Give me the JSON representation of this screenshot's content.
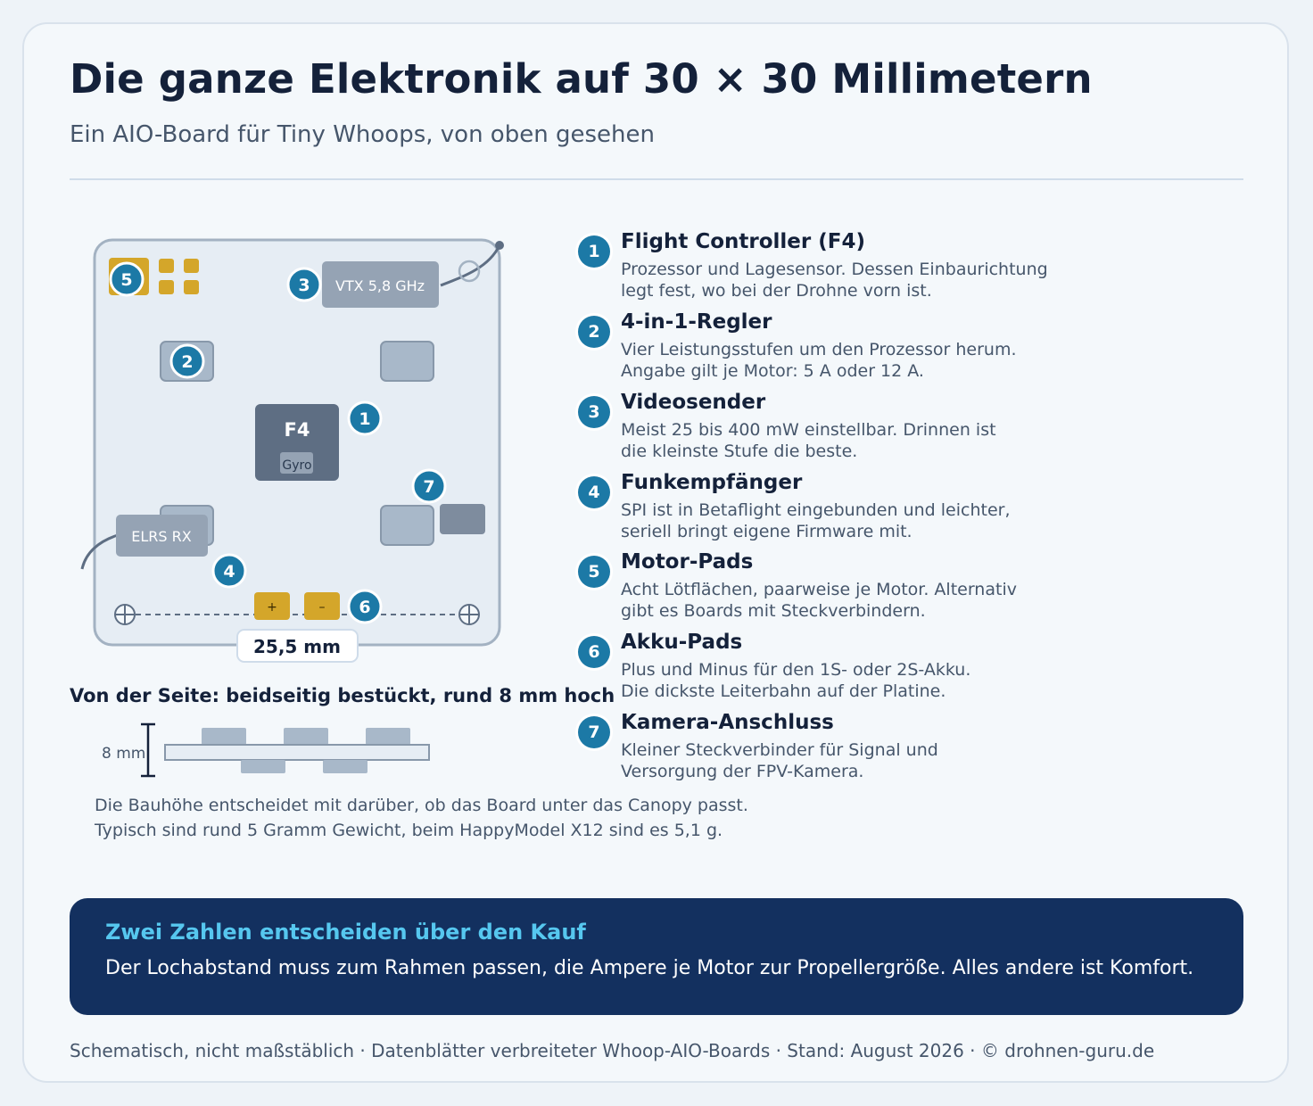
{
  "header": {
    "title": "Die ganze Elektronik auf 30 × 30 Millimetern",
    "subtitle": "Ein AIO-Board für Tiny Whoops, von oben gesehen"
  },
  "board": {
    "labels": {
      "vtx": "VTX 5,8 GHz",
      "fc": "F4",
      "gyro": "Gyro",
      "elrs": "ELRS RX",
      "plus": "+",
      "minus": "–",
      "dimension": "25,5 mm"
    },
    "markers": [
      "1",
      "2",
      "3",
      "4",
      "5",
      "6",
      "7"
    ]
  },
  "side_view": {
    "title": "Von der Seite: beidseitig bestückt, rund 8 mm hoch",
    "height_label": "8 mm",
    "note_line1": "Die Bauhöhe entscheidet mit darüber, ob das Board unter das Canopy passt.",
    "note_line2": "Typisch sind rund 5 Gramm Gewicht, beim HappyModel X12 sind es 5,1 g."
  },
  "legend": [
    {
      "num": "1",
      "title": "Flight Controller (F4)",
      "line1": "Prozessor und Lagesensor. Dessen Einbaurichtung",
      "line2": "legt fest, wo bei der Drohne vorn ist."
    },
    {
      "num": "2",
      "title": "4-in-1-Regler",
      "line1": "Vier Leistungsstufen um den Prozessor herum.",
      "line2": "Angabe gilt je Motor: 5 A oder 12 A."
    },
    {
      "num": "3",
      "title": "Videosender",
      "line1": "Meist 25 bis 400 mW einstellbar. Drinnen ist",
      "line2": "die kleinste Stufe die beste."
    },
    {
      "num": "4",
      "title": "Funkempfänger",
      "line1": "SPI ist in Betaflight eingebunden und leichter,",
      "line2": "seriell bringt eigene Firmware mit."
    },
    {
      "num": "5",
      "title": "Motor-Pads",
      "line1": "Acht Lötflächen, paarweise je Motor. Alternativ",
      "line2": "gibt es Boards mit Steckverbindern."
    },
    {
      "num": "6",
      "title": "Akku-Pads",
      "line1": "Plus und Minus für den 1S- oder 2S-Akku.",
      "line2": "Die dickste Leiterbahn auf der Platine."
    },
    {
      "num": "7",
      "title": "Kamera-Anschluss",
      "line1": "Kleiner Steckverbinder für Signal und",
      "line2": "Versorgung der FPV-Kamera."
    }
  ],
  "callout": {
    "title": "Zwei Zahlen entscheiden über den Kauf",
    "text": "Der Lochabstand muss zum Rahmen passen, die Ampere je Motor zur Propellergröße. Alles andere ist Komfort."
  },
  "footer": "Schematisch, nicht maßstäblich · Datenblätter verbreiteter Whoop-AIO-Boards · Stand: August 2026 · © drohnen-guru.de",
  "colors": {
    "navy": "#13305f",
    "accent_blue": "#1c79a6",
    "callout_title": "#56c7ef",
    "pad_gold": "#d4a62a",
    "component_gray": "#a8b8c9",
    "chip_dark": "#5e6e83"
  }
}
